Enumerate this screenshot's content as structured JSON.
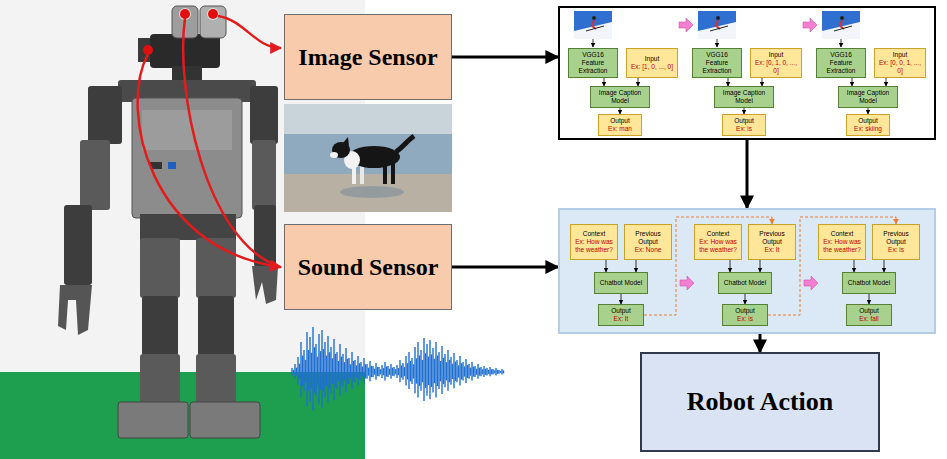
{
  "diagram": {
    "nodes": [
      {
        "text": [
          "Image Sensor"
        ]
      },
      {
        "text": []
      },
      {
        "text": [
          "VGG16 Feature Extraction"
        ],
        "in": 1
      },
      {
        "text": [
          "Input",
          "Ex: [1, 0, ..., 0]"
        ],
        "in": 1
      },
      {
        "text": [
          "Image Caption Model"
        ],
        "in": 1
      },
      {
        "text": [
          "Output",
          "Ex: man"
        ],
        "in": 1
      },
      {
        "text": [
          "VGG16 Feature Extraction"
        ],
        "in": 1
      },
      {
        "text": [
          "Input",
          "Ex: [0, 1, 0, ..., 0]"
        ],
        "in": 1
      },
      {
        "text": [
          "Image Caption Model"
        ],
        "in": 1
      },
      {
        "text": [
          "Output",
          "Ex: is"
        ],
        "in": 1
      },
      {
        "text": [
          "VGG16 Feature Extraction"
        ],
        "in": 1
      },
      {
        "text": [
          "Input",
          "Ex: [0, 0, 1, ..., 0]"
        ],
        "in": 1
      },
      {
        "text": [
          "Image Caption Model"
        ],
        "in": 1
      },
      {
        "text": [
          "Output",
          "Ex: skiing"
        ],
        "in": 1
      },
      {
        "text": [
          "Sound Sensor"
        ]
      },
      {
        "text": []
      },
      {
        "text": [
          "Context",
          "Ex: How was the weather?"
        ],
        "in": 15
      },
      {
        "text": [
          "Previous Output",
          "Ex: None"
        ],
        "in": 15
      },
      {
        "text": [
          "Chatbot Model"
        ],
        "in": 15
      },
      {
        "text": [
          "Output",
          "Ex: It"
        ],
        "in": 15
      },
      {
        "text": [
          "Context",
          "Ex: How was the weather?"
        ],
        "in": 15
      },
      {
        "text": [
          "Previous Output",
          "Ex: It"
        ],
        "in": 15
      },
      {
        "text": [
          "Chatbot Model"
        ],
        "in": 15
      },
      {
        "text": [
          "Output",
          "Ex: is"
        ],
        "in": 15
      },
      {
        "text": [
          "Context",
          "Ex: How was the weather?"
        ],
        "in": 15
      },
      {
        "text": [
          "Previous Output",
          "Ex: is"
        ],
        "in": 15
      },
      {
        "text": [
          "Chatbot Model"
        ],
        "in": 15
      },
      {
        "text": [
          "Output",
          "Ex: fall"
        ],
        "in": 15
      },
      {
        "text": [
          "Robot Action"
        ]
      }
    ],
    "edges": [
      {
        "from": 0,
        "to": 1,
        "arrow": "to"
      },
      {
        "from": 2,
        "to": 4,
        "arrow": "to"
      },
      {
        "from": 3,
        "to": 4,
        "arrow": "to"
      },
      {
        "from": 4,
        "to": 5,
        "arrow": "to"
      },
      {
        "from": 6,
        "to": 8,
        "arrow": "to"
      },
      {
        "from": 7,
        "to": 8,
        "arrow": "to"
      },
      {
        "from": 8,
        "to": 9,
        "arrow": "to"
      },
      {
        "from": 10,
        "to": 12,
        "arrow": "to"
      },
      {
        "from": 11,
        "to": 12,
        "arrow": "to"
      },
      {
        "from": 12,
        "to": 13,
        "arrow": "to"
      },
      {
        "from": 14,
        "to": 15,
        "arrow": "to"
      },
      {
        "from": 1,
        "to": 15,
        "arrow": "to"
      },
      {
        "from": 16,
        "to": 18,
        "arrow": "to"
      },
      {
        "from": 17,
        "to": 18,
        "arrow": "to"
      },
      {
        "from": 18,
        "to": 19,
        "arrow": "to"
      },
      {
        "from": 19,
        "to": 21,
        "arrow": "to"
      },
      {
        "from": 20,
        "to": 22,
        "arrow": "to"
      },
      {
        "from": 21,
        "to": 22,
        "arrow": "to"
      },
      {
        "from": 22,
        "to": 23,
        "arrow": "to"
      },
      {
        "from": 23,
        "to": 25,
        "arrow": "to"
      },
      {
        "from": 24,
        "to": 26,
        "arrow": "to"
      },
      {
        "from": 25,
        "to": 26,
        "arrow": "to"
      },
      {
        "from": 26,
        "to": 27,
        "arrow": "to"
      },
      {
        "from": 15,
        "to": 28,
        "arrow": "to"
      }
    ]
  }
}
